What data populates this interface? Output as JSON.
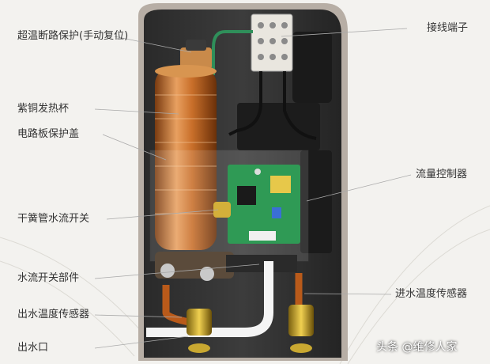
{
  "labels_left": [
    "超温断路保护(手动复位)",
    "紫铜发热杯",
    "电路板保护盖",
    "干簧管水流开关",
    "水流开关部件",
    "出水温度传感器",
    "出水口"
  ],
  "labels_right": [
    "接线端子",
    "流量控制器",
    "进水温度传感器"
  ],
  "watermark": "头条 @维修人家"
}
